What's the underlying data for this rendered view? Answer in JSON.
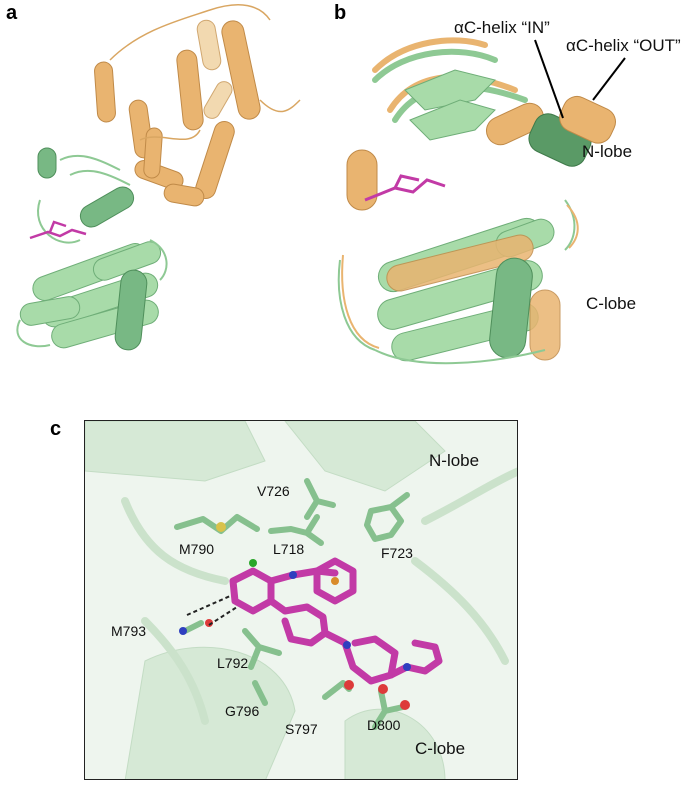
{
  "panels": {
    "a": {
      "letter": "a"
    },
    "b": {
      "letter": "b",
      "helix_in": "αC-helix “IN”",
      "helix_out": "αC-helix “OUT”",
      "n_lobe": "N-lobe",
      "c_lobe": "C-lobe"
    },
    "c": {
      "letter": "c",
      "n_lobe": "N-lobe",
      "c_lobe": "C-lobe",
      "residues": {
        "v726": "V726",
        "m790": "M790",
        "l718": "L718",
        "f723": "F723",
        "m793": "M793",
        "l792": "L792",
        "g796": "G796",
        "s797": "S797",
        "d800": "D800"
      }
    }
  },
  "colors": {
    "green_protein": "#8ec994",
    "dark_green": "#5a9a66",
    "orange_protein": "#e9b470",
    "ligand": "#c23aa6"
  }
}
